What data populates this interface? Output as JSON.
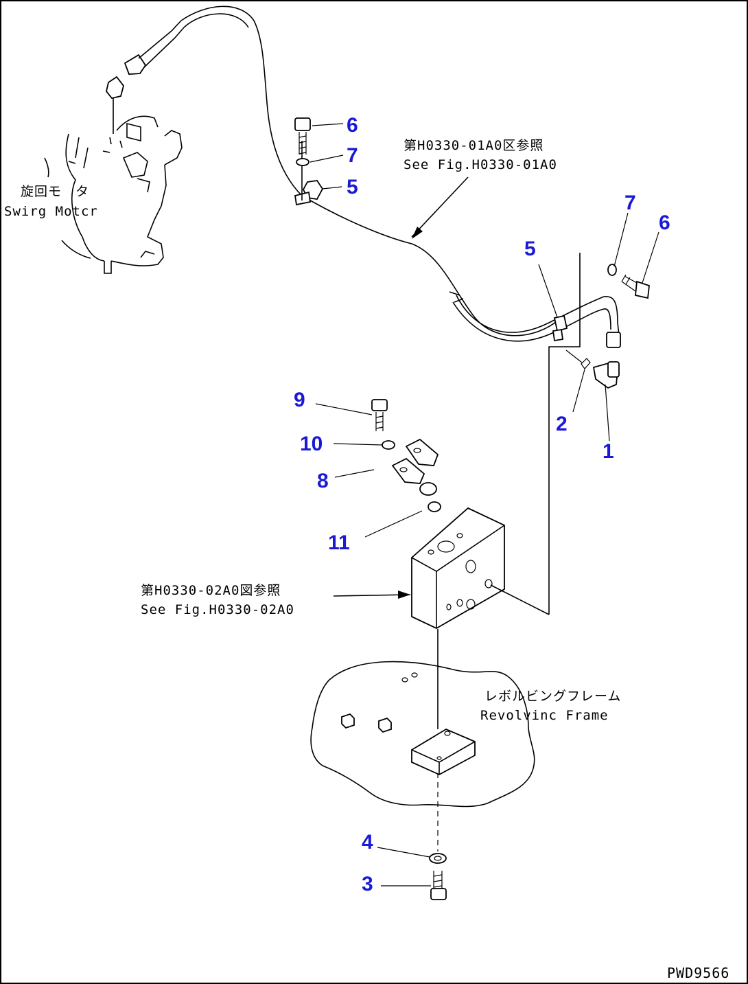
{
  "part_labels": [
    "1",
    "2",
    "3",
    "4",
    "5",
    "5",
    "6",
    "6",
    "7",
    "7",
    "8",
    "9",
    "10",
    "11"
  ],
  "refs": {
    "fig_a_jp": "第H0330-01A0区参照",
    "fig_a_en": "See Fig.H0330-01A0",
    "fig_b_jp": "第H0330-02A0図参照",
    "fig_b_en": "See Fig.H0330-02A0"
  },
  "components": {
    "swing_motor_jp": "旋回モ　タ",
    "swing_motor_en": "Swirg Motcr",
    "frame_jp": "レボルビングフレーム",
    "frame_en": "Revolvinc Frame"
  },
  "drawing_code": "PWD9566",
  "colors": {
    "label": "#1a1ad6",
    "line": "#000000",
    "border": "#000000"
  }
}
